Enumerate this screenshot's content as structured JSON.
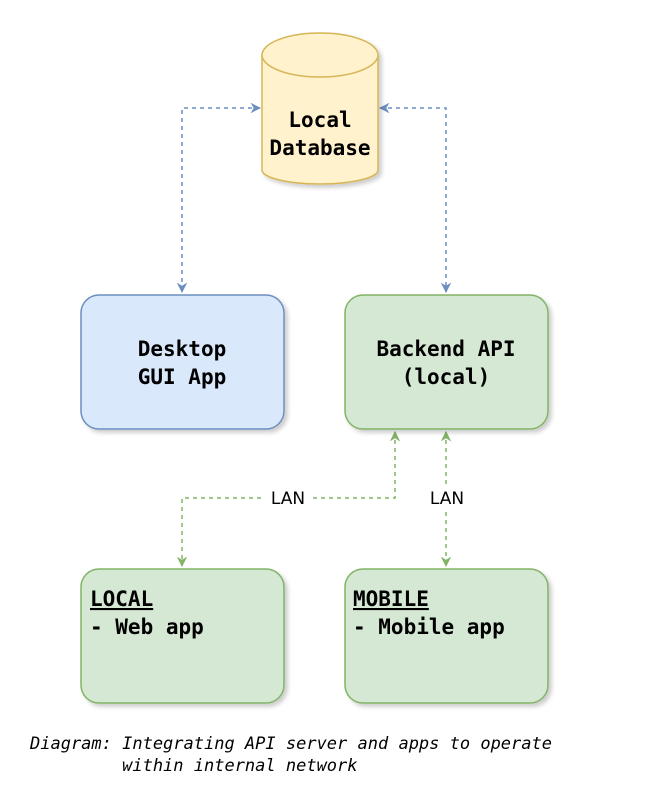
{
  "nodes": {
    "database": {
      "line1": "Local",
      "line2": "Database"
    },
    "desktop_app": {
      "line1": "Desktop",
      "line2": "GUI App"
    },
    "backend_api": {
      "line1": "Backend API",
      "line2": "(local)"
    },
    "local_web": {
      "heading": "LOCAL",
      "line2": "- Web app"
    },
    "mobile": {
      "heading": "MOBILE",
      "line2": "- Mobile app"
    }
  },
  "edges": {
    "lan_left": "LAN",
    "lan_right": "LAN"
  },
  "caption": {
    "line1": "Diagram: Integrating API server and apps to operate",
    "line2": "         within internal network"
  },
  "colors": {
    "blue_stroke": "#6c8ebf",
    "blue_fill": "#dae8fc",
    "green_stroke": "#82b366",
    "green_fill": "#d5e8d4",
    "yellow_stroke": "#d6b656",
    "yellow_fill": "#fff2cc"
  }
}
